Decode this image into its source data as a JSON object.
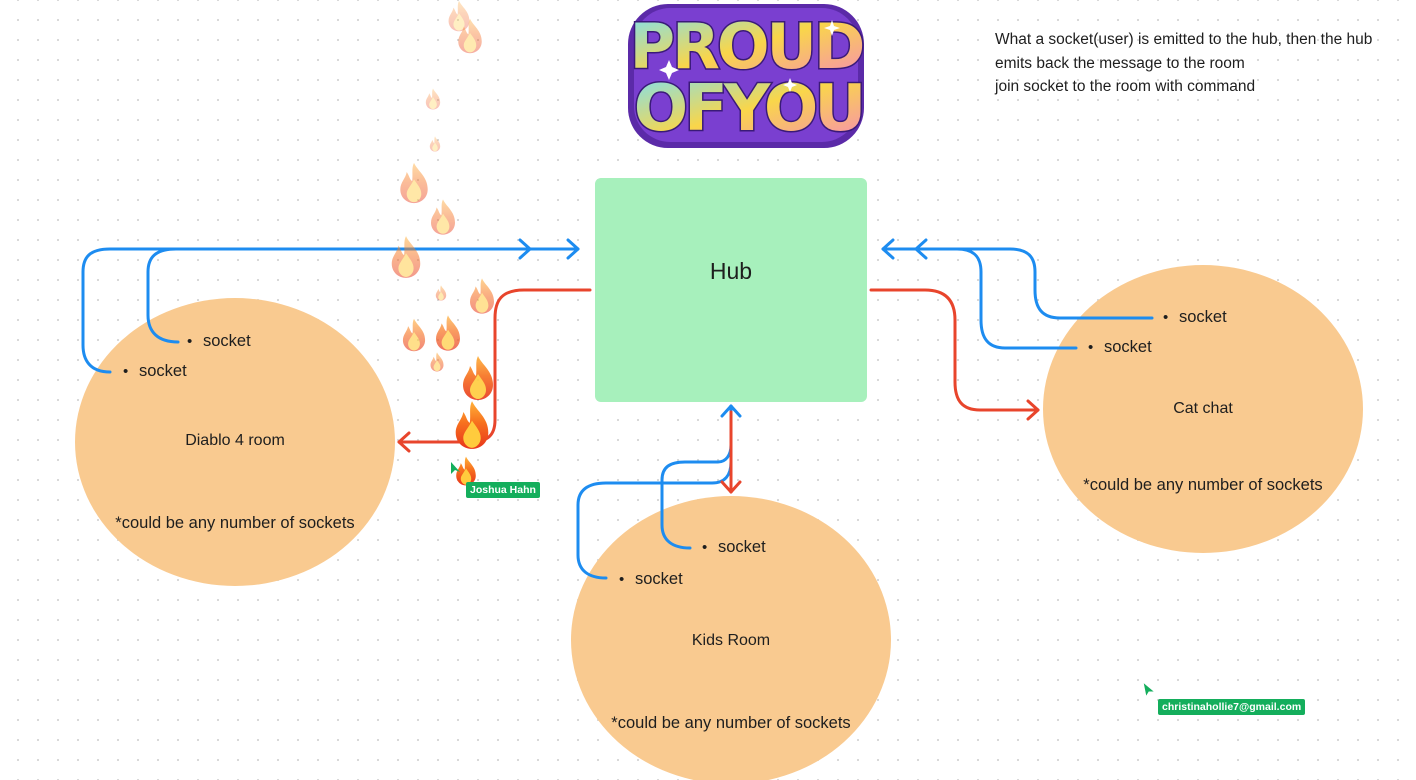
{
  "note": {
    "lines": [
      "What a socket(user) is emitted to the hub, then the hub",
      "emits back the message to the room",
      "join socket to the room with command"
    ]
  },
  "sticker": {
    "line1": "PROUD",
    "line2": "OFYOU"
  },
  "hub": {
    "label": "Hub",
    "fill": "#a7f0bc"
  },
  "rooms": {
    "diablo": {
      "label": "Diablo 4 room",
      "note": "*could be any number of sockets",
      "sockets": [
        "socket",
        "socket"
      ]
    },
    "kids": {
      "label": "Kids Room",
      "note": "*could be any number of sockets",
      "sockets": [
        "socket",
        "socket"
      ]
    },
    "cat": {
      "label": "Cat chat",
      "note": "*could be any number of sockets",
      "sockets": [
        "socket",
        "socket"
      ]
    },
    "fill": "#f9ca90"
  },
  "connectors": {
    "emit_color": "#1d8cf0",
    "broadcast_color": "#e8452c"
  },
  "cursors": {
    "joshua": {
      "name": "Joshua Hahn",
      "icon": "fire-cursor-icon"
    },
    "christina": {
      "name": "christinahollie7@gmail.com",
      "icon": "arrow-cursor-icon"
    },
    "color": "#14ae5c"
  },
  "reactions": {
    "icon": "fire-emoji-icon"
  }
}
